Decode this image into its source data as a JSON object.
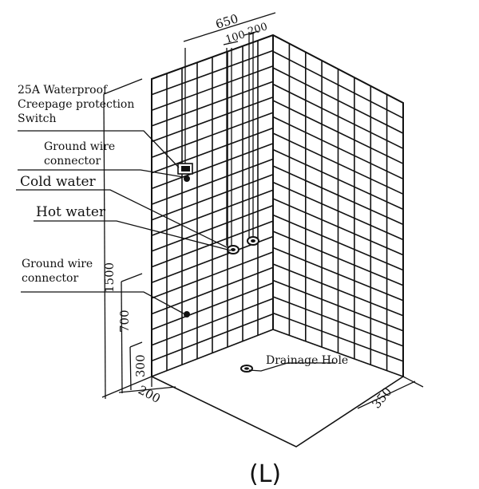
{
  "labels": {
    "switch_line1": "25A Waterproof",
    "switch_line2": "Creepage protection",
    "switch_line3": "Switch",
    "ground_upper_line1": "Ground wire",
    "ground_upper_line2": "connector",
    "cold_water": "Cold water",
    "hot_water": "Hot water",
    "ground_lower_line1": "Ground wire",
    "ground_lower_line2": "connector",
    "drainage_hole": "Drainage Hole"
  },
  "dimensions": {
    "width_650": "650",
    "offset_100": "100",
    "offset_200": "200",
    "height_1500": "1500",
    "height_700": "700",
    "height_300": "300",
    "depth_200": "200",
    "depth_350": "350"
  },
  "caption": "(L)"
}
